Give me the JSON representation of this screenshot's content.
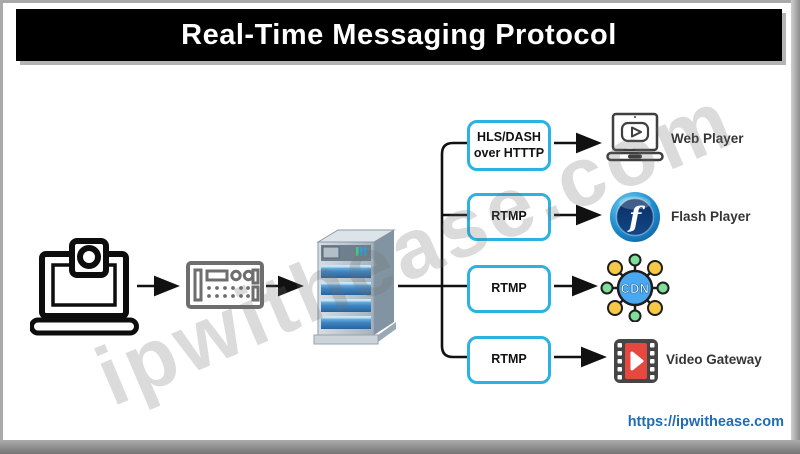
{
  "title": "Real-Time Messaging Protocol",
  "watermark": "ipwithease.com",
  "footer": {
    "url": "https://ipwithease.com"
  },
  "diagram": {
    "flow_description": "laptop-with-webcam -> encoder -> media-server -> four protocol branches -> players",
    "protocol_boxes": [
      {
        "line1": "HLS/DASH",
        "line2": "over HTTTP"
      },
      {
        "line1": "RTMP"
      },
      {
        "line1": "RTMP"
      },
      {
        "line1": "RTMP"
      }
    ],
    "destinations": [
      {
        "label": "Web Player"
      },
      {
        "label": "Flash Player"
      },
      {
        "label": "CDN",
        "hub_text": "CDN"
      },
      {
        "label": "Video Gateway"
      }
    ],
    "icons": {
      "flash_glyph": "f"
    }
  },
  "colors": {
    "title_bg": "#000000",
    "title_fg": "#ffffff",
    "box_border": "#2ab2e3",
    "arrow": "#111111",
    "url_blue": "#1e6db5",
    "cdn_hub": "#49a8ef",
    "cdn_node_yellow": "#f6c844",
    "cdn_node_green": "#7ede9a",
    "gateway_red": "#e64840",
    "server_bay_blue": "#2d73b0"
  }
}
